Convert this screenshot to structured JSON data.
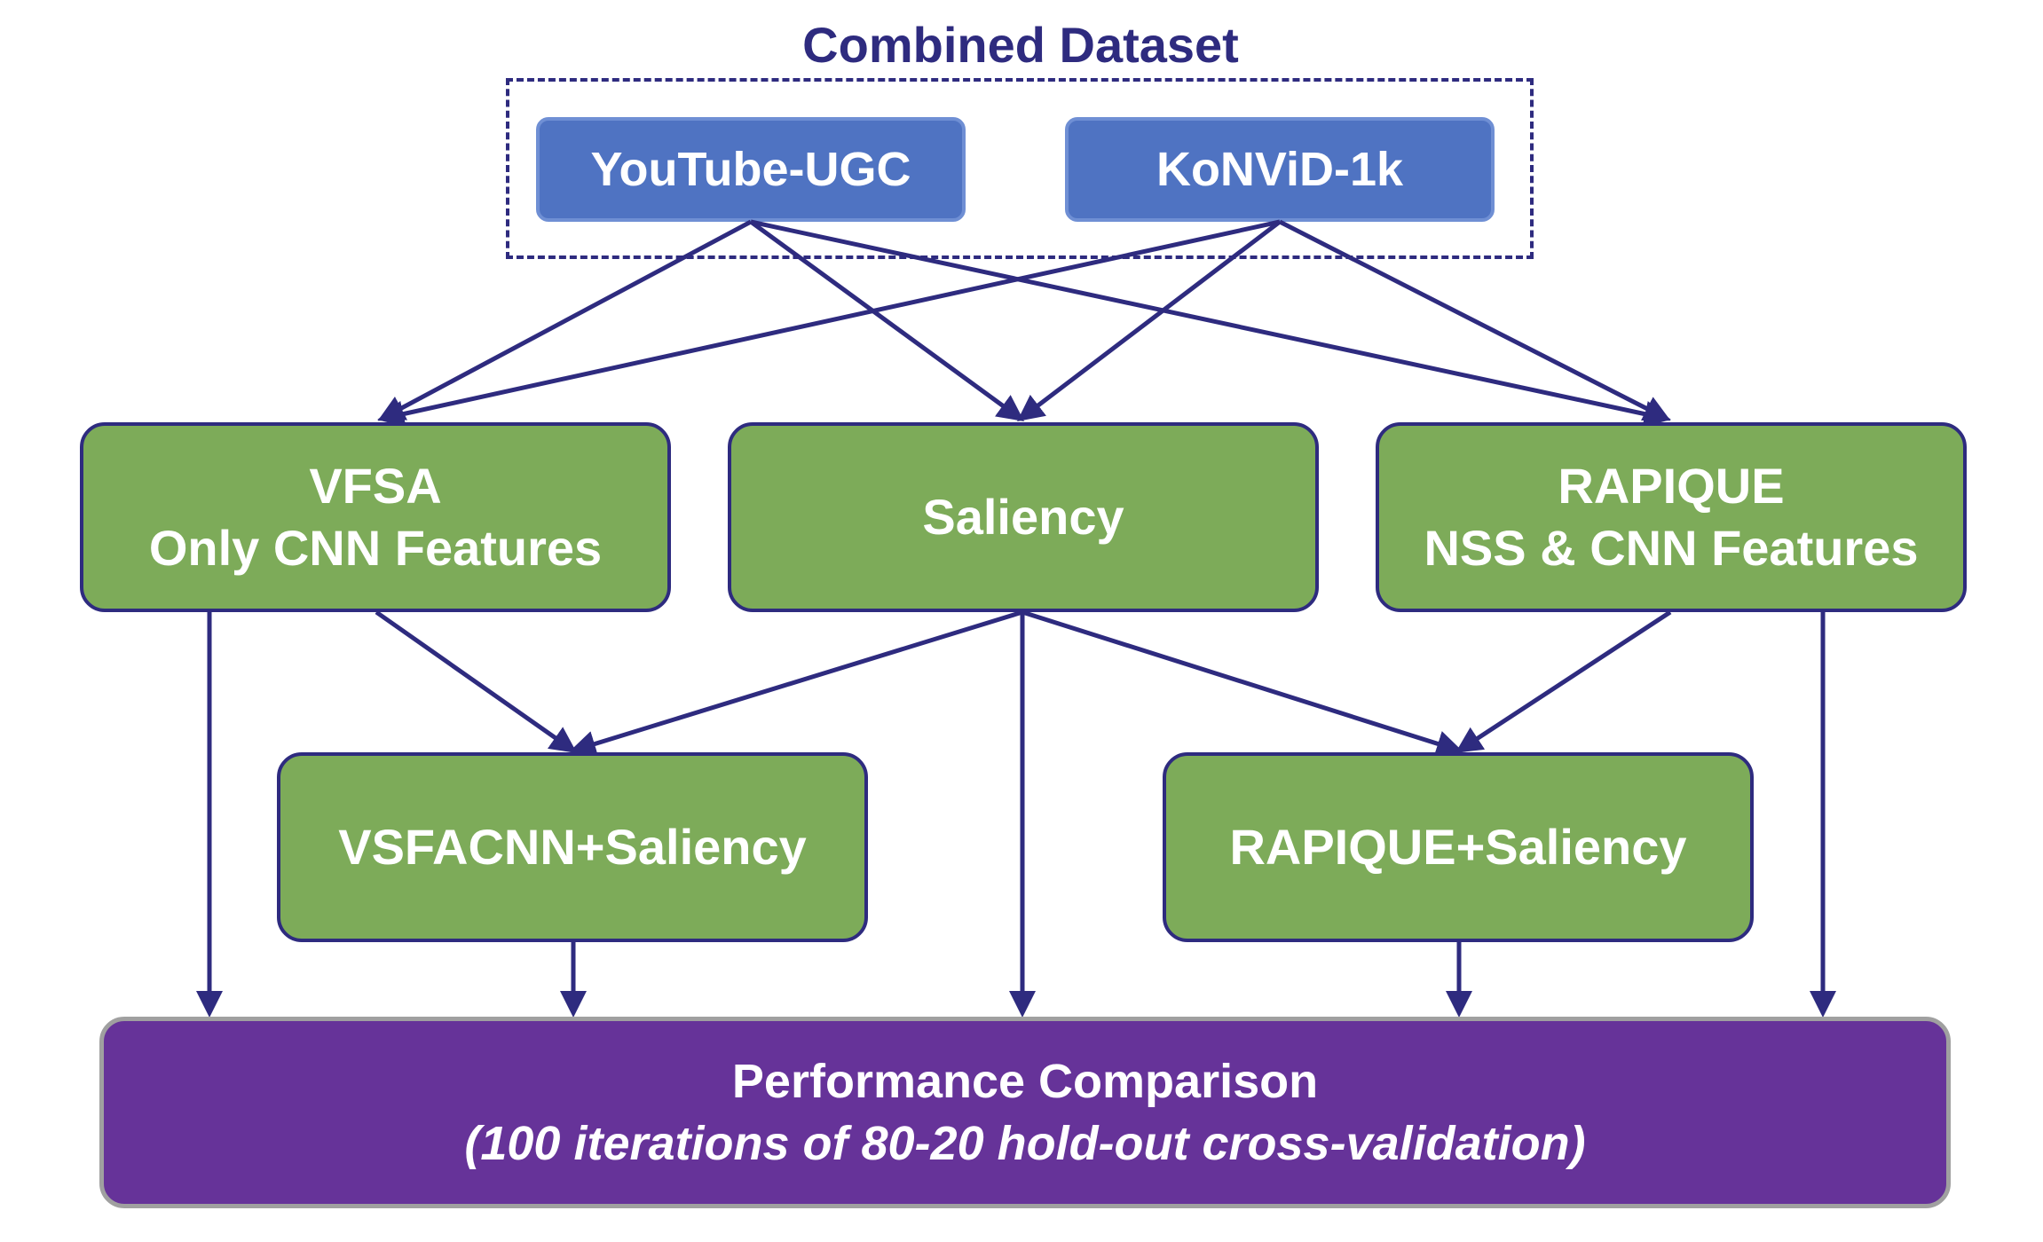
{
  "title": "Combined Dataset",
  "datasets": {
    "youtube": "YouTube-UGC",
    "konvid": "KoNViD-1k"
  },
  "methods": {
    "vfsa_line1": "VFSA",
    "vfsa_line2": "Only CNN Features",
    "saliency": "Saliency",
    "rapique_line1": "RAPIQUE",
    "rapique_line2": "NSS & CNN Features"
  },
  "combined": {
    "vsfacnn_saliency": "VSFACNN+Saliency",
    "rapique_saliency": "RAPIQUE+Saliency"
  },
  "performance": {
    "title": "Performance Comparison",
    "subtitle": "(100 iterations of 80-20 hold-out cross-validation)"
  },
  "colors": {
    "dataset_fill": "#4f73c2",
    "method_fill": "#7dab59",
    "performance_fill": "#663399",
    "arrow": "#2e2b7f"
  }
}
